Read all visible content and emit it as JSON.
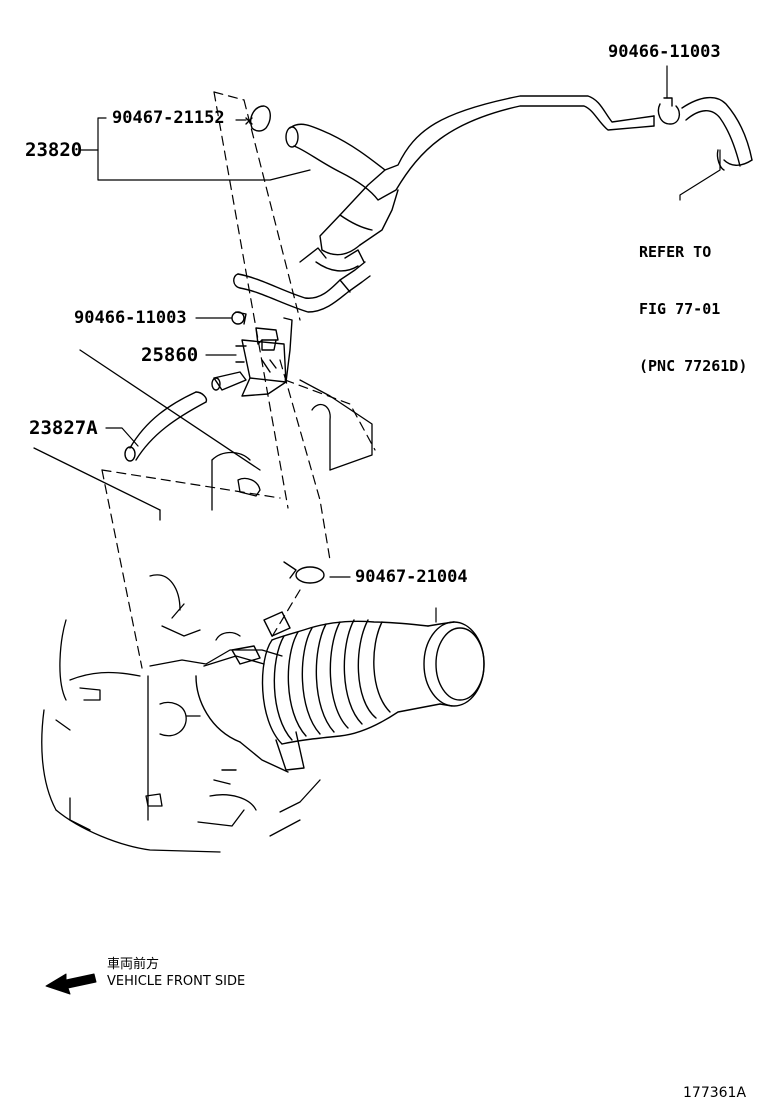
{
  "callouts": {
    "p_90466_top": "90466-11003",
    "p_90467_21152": "90467-21152",
    "p_23820": "23820",
    "p_90466_mid": "90466-11003",
    "p_25860": "25860",
    "p_23827a": "23827A",
    "p_90467_21004": "90467-21004"
  },
  "reference_note": {
    "line1": "REFER TO",
    "line2": "FIG 77-01",
    "line3": "(PNC 77261D)"
  },
  "orientation": {
    "label_jp": "車両前方",
    "label_en": "VEHICLE FRONT SIDE",
    "arrow_icon": "left-arrow-icon"
  },
  "illustration_number": "177361A",
  "colors": {
    "line": "#000000",
    "background": "#ffffff"
  }
}
